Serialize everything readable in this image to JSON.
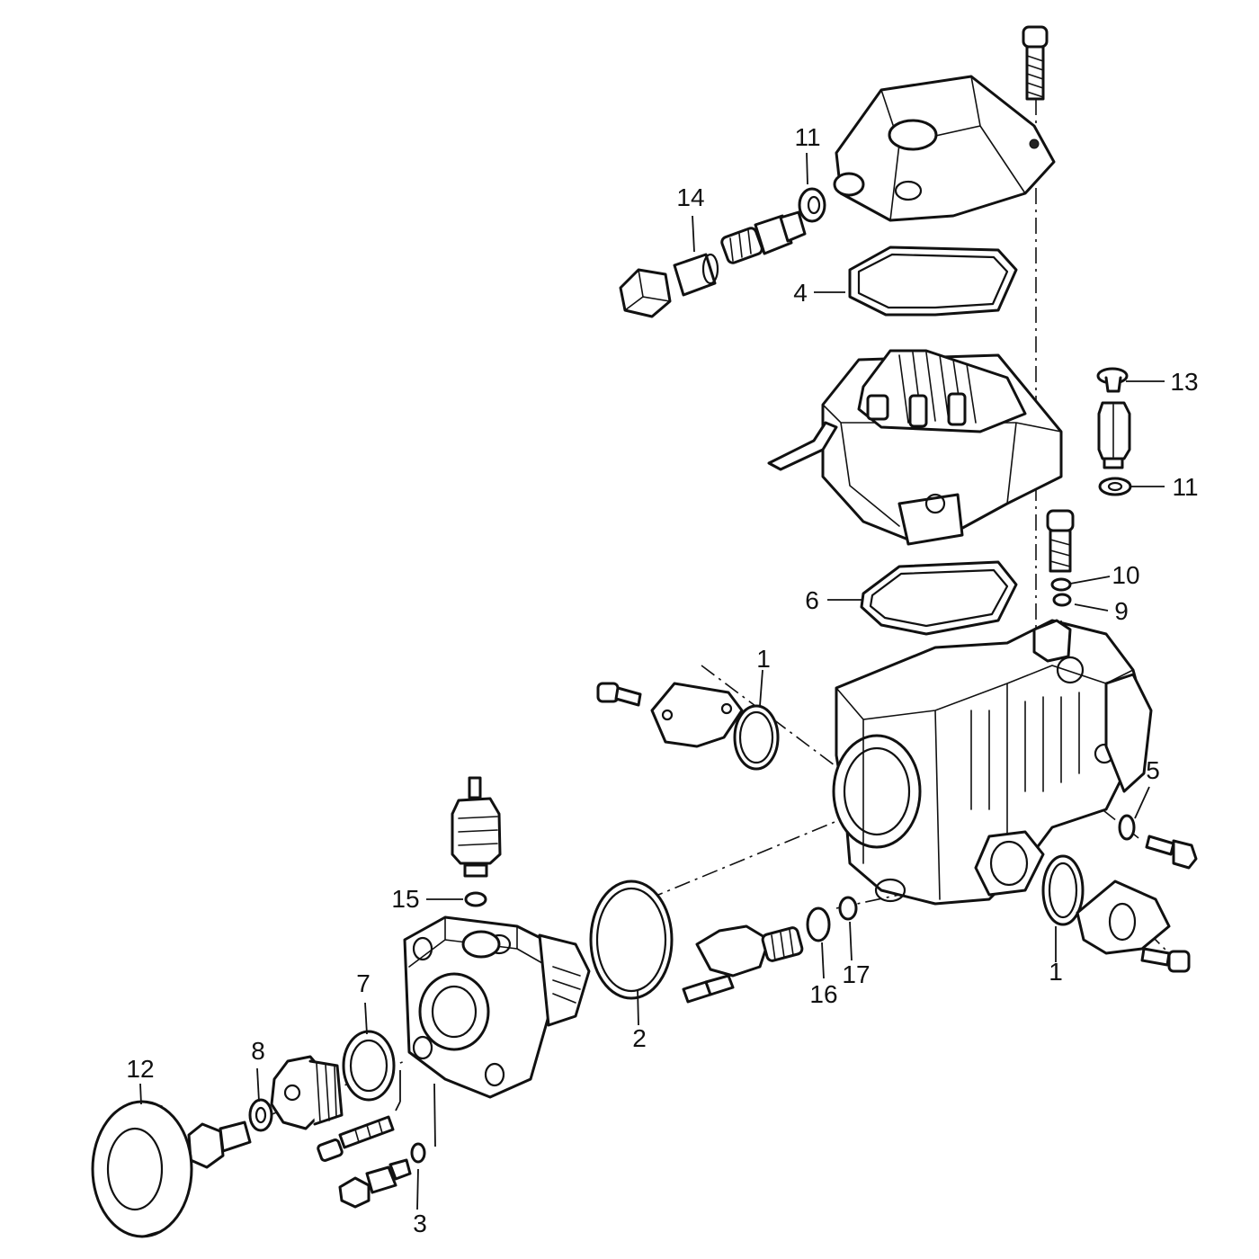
{
  "callouts": {
    "c1a": "1",
    "c1b": "1",
    "c2": "2",
    "c3": "3",
    "c4": "4",
    "c5": "5",
    "c6": "6",
    "c7": "7",
    "c8": "8",
    "c9": "9",
    "c10": "10",
    "c11a": "11",
    "c11b": "11",
    "c12": "12",
    "c13": "13",
    "c14": "14",
    "c15": "15",
    "c16": "16",
    "c17": "17"
  }
}
